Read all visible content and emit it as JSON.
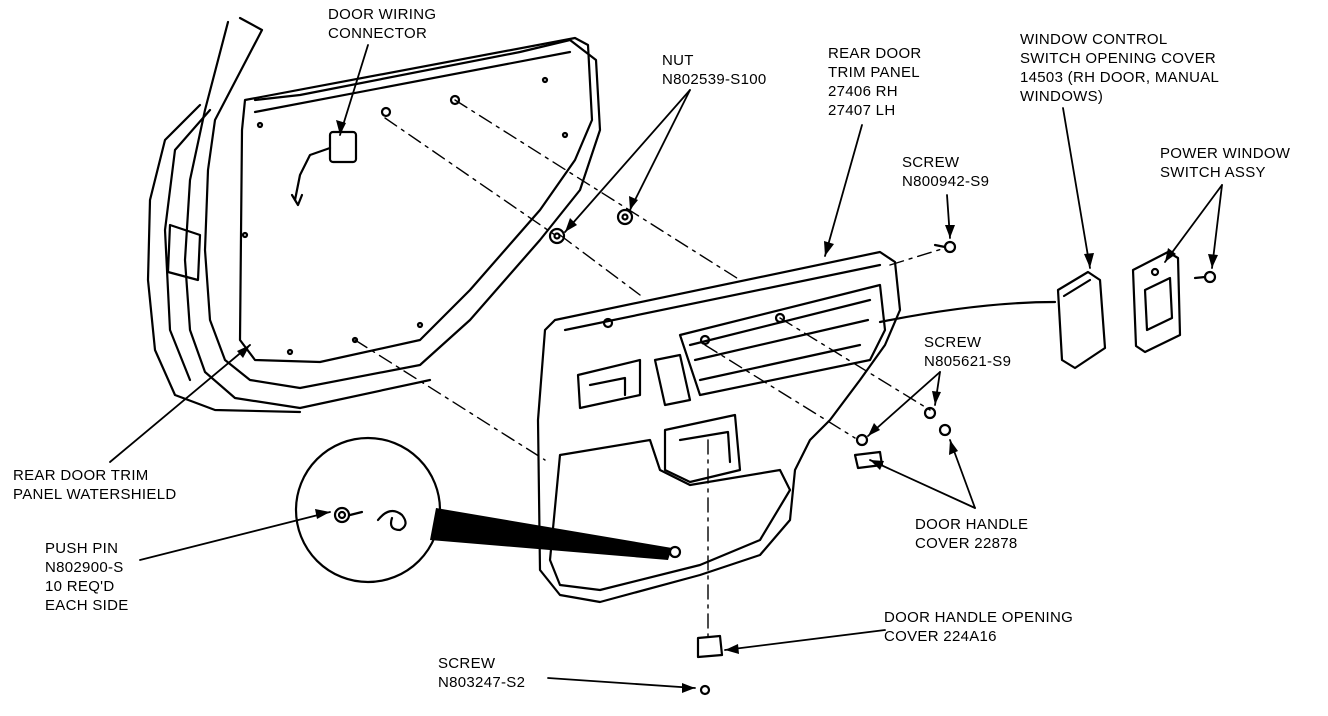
{
  "labels": {
    "door_wiring_connector": [
      "DOOR WIRING",
      "CONNECTOR"
    ],
    "nut": [
      "NUT",
      "N802539-S100"
    ],
    "rear_door_trim_panel": [
      "REAR DOOR",
      "TRIM PANEL",
      "27406 RH",
      "27407 LH"
    ],
    "window_control_cover": [
      "WINDOW CONTROL",
      "SWITCH OPENING COVER",
      "14503 (RH DOOR, MANUAL",
      "WINDOWS)"
    ],
    "power_window_switch": [
      "POWER WINDOW",
      "SWITCH ASSY"
    ],
    "screw_top": [
      "SCREW",
      "N800942-S9"
    ],
    "screw_mid": [
      "SCREW",
      "N805621-S9"
    ],
    "watershield": [
      "REAR DOOR TRIM",
      "PANEL WATERSHIELD"
    ],
    "push_pin": [
      "PUSH PIN",
      "N802900-S",
      "10 REQ'D",
      "EACH SIDE"
    ],
    "door_handle_cover": [
      "DOOR HANDLE",
      "COVER 22878"
    ],
    "door_handle_opening_cover": [
      "DOOR HANDLE OPENING",
      "COVER 224A16"
    ],
    "screw_bottom": [
      "SCREW",
      "N803247-S2"
    ]
  }
}
